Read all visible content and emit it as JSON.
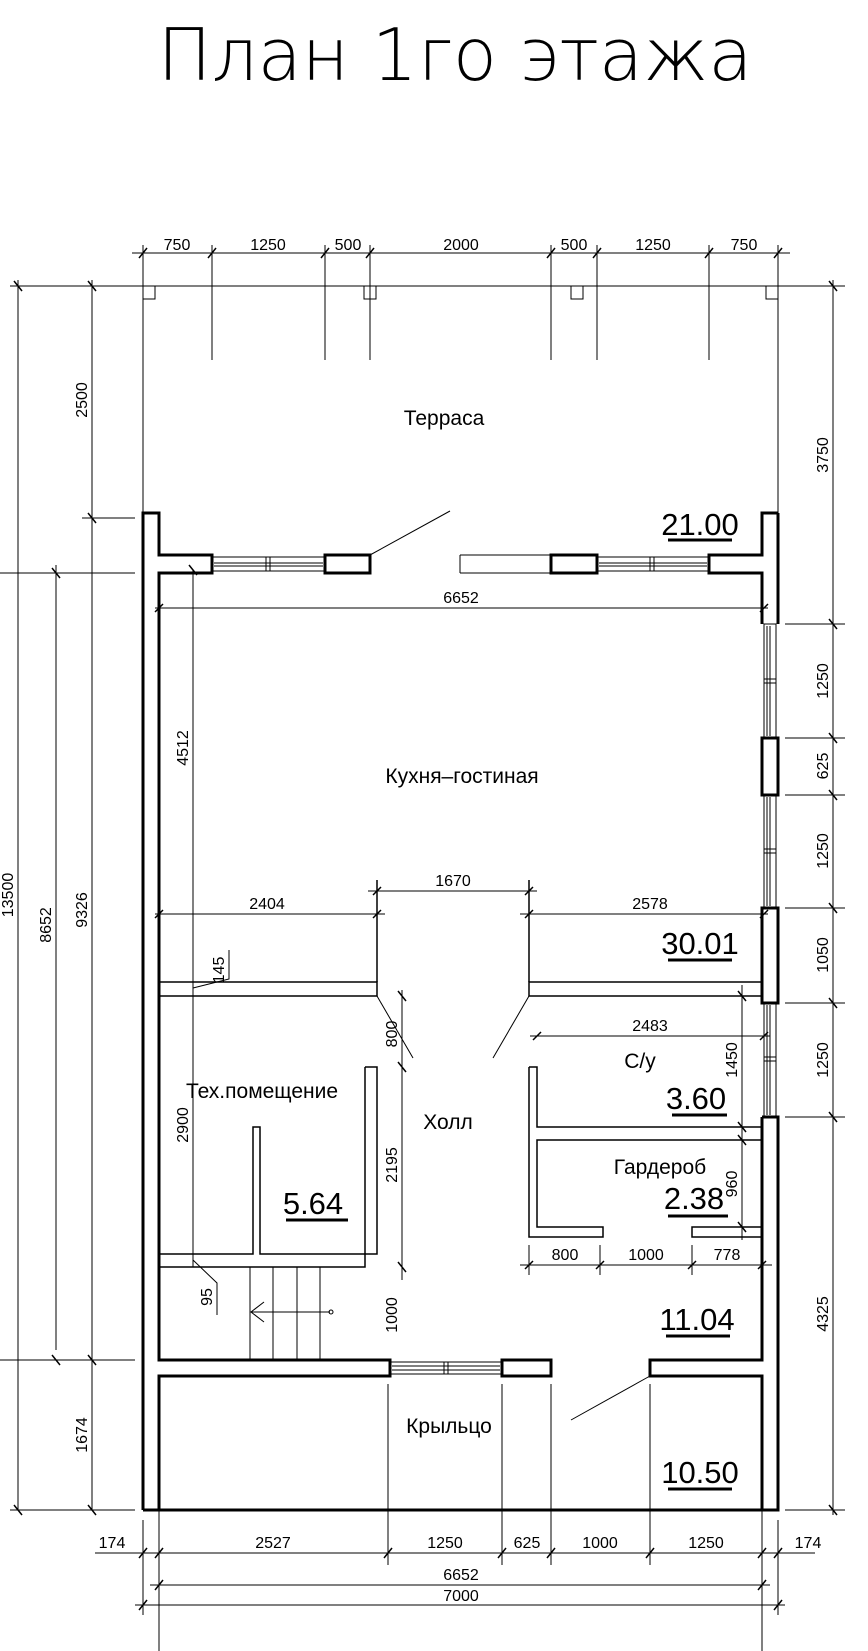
{
  "title": "План 1го этажа",
  "rooms": {
    "terrace": {
      "name": "Терраса",
      "area": "21.00"
    },
    "kitchen_living": {
      "name": "Кухня–гостиная",
      "area": "30.01"
    },
    "tech_room": {
      "name": "Тех.помещение",
      "area": "5.64"
    },
    "hall": {
      "name": "Холл",
      "area": "11.04"
    },
    "bathroom": {
      "name": "С/у",
      "area": "3.60"
    },
    "wardrobe": {
      "name": "Гардероб",
      "area": "2.38"
    },
    "porch": {
      "name": "Крыльцо",
      "area": "10.50"
    }
  },
  "dimensions": {
    "top": [
      "750",
      "1250",
      "500",
      "2000",
      "500",
      "1250",
      "750"
    ],
    "left_outer": {
      "total": "13500",
      "a": "8652",
      "b": "9326",
      "terrace": "2500",
      "porch": "1674"
    },
    "right": [
      "3750",
      "1250",
      "625",
      "1250",
      "1050",
      "1250",
      "4325"
    ],
    "bottom": [
      "174",
      "2527",
      "1250",
      "625",
      "1000",
      "1250",
      "174"
    ],
    "bottom_total_inner": "6652",
    "bottom_total_outer": "7000",
    "interior": {
      "kitchen_width": "6652",
      "kitchen_depth": "4512",
      "left_partition": "2404",
      "opening": "1670",
      "right_partition": "2578",
      "wall_145": "145",
      "door_800": "800",
      "tech_depth": "2900",
      "hall_2195": "2195",
      "wall_95": "95",
      "stair_1000": "1000",
      "bath_width": "2483",
      "bath_depth": "1450",
      "wardrobe_depth": "960",
      "wardrobe_800": "800",
      "wardrobe_1000": "1000",
      "wardrobe_778": "778"
    }
  }
}
